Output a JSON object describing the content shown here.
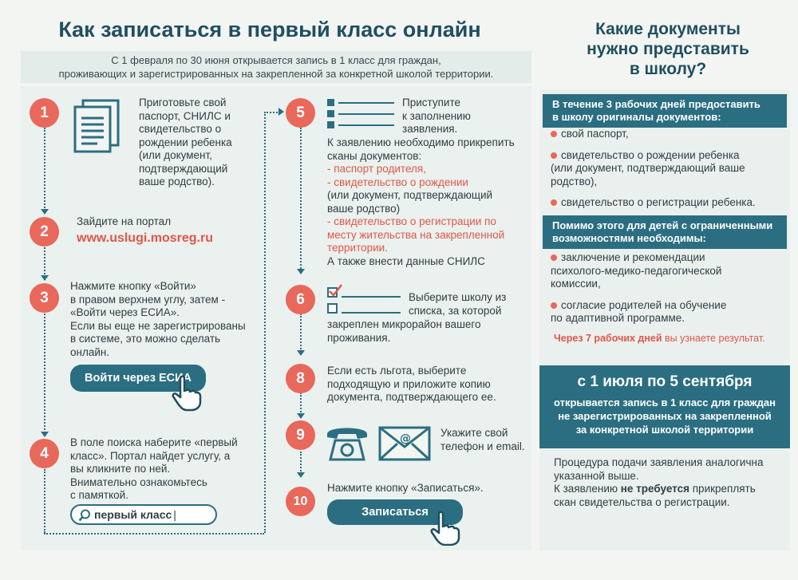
{
  "title": "Как записаться в первый класс онлайн",
  "intro": {
    "line1": "С 1 февраля по 30 июня открывается запись в 1 класс для граждан,",
    "line2": "проживающих и зарегистрированных на закрепленной за конкретной школой территории."
  },
  "steps": {
    "s1": {
      "num": "1",
      "lines": [
        "Приготовьте свой",
        "паспорт, СНИЛС и",
        "свидетельство о",
        "рождении ребенка",
        "(или документ,",
        "подтверждающий",
        "ваше родство)."
      ]
    },
    "s2": {
      "num": "2",
      "text": "Зайдите на портал",
      "portal": "www.uslugi.mosreg.ru"
    },
    "s3": {
      "num": "3",
      "lines": [
        "Нажмите кнопку «Войти»",
        "в правом верхнем углу, затем -",
        "«Войти через ЕСИА».",
        "Если вы еще не зарегистрированы",
        "в системе, это можно сделать",
        "онлайн."
      ],
      "button": "Войти через ЕСИА"
    },
    "s4": {
      "num": "4",
      "lines": [
        "В поле поиска наберите «первый",
        "класс». Портал найдет услугу, а",
        "вы кликните по ней.",
        "Внимательно ознакомьтесь",
        "с памяткой."
      ],
      "search_value": "первый класс"
    },
    "s5": {
      "num": "5",
      "lines": [
        "Приступите",
        "к заполнению",
        "заявления."
      ],
      "attach_intro": [
        "К заявлению необходимо прикрепить",
        "сканы документов:"
      ],
      "doc1": "- паспорт родителя,",
      "doc2": "- свидетельство о рождении",
      "doc2_note": [
        "(или документ, подтверждающий",
        "ваше родство)"
      ],
      "doc3": [
        "- свидетельство о регистрации по",
        "месту жительства на закрепленной",
        "территории."
      ],
      "snils": "А также внести данные СНИЛС"
    },
    "s6": {
      "num": "6",
      "lines": [
        "Выберите школу из",
        "списка, за которой"
      ],
      "lines2": [
        "закреплен микрорайон вашего",
        "проживания."
      ]
    },
    "s8": {
      "num": "8",
      "lines": [
        "Если есть льгота, выберите",
        "подходящую и приложите копию",
        "документа, подтверждающего ее."
      ]
    },
    "s9": {
      "num": "9",
      "lines": [
        "Укажите свой",
        "телефон и email."
      ]
    },
    "s10": {
      "num": "10",
      "text": "Нажмите кнопку «Записаться».",
      "button": "Записаться"
    }
  },
  "right": {
    "title": [
      "Какие документы",
      "нужно представить",
      "в школу?"
    ],
    "band1": [
      "В течение 3 рабочих дней предоставить",
      "в школу оригиналы документов:"
    ],
    "docs": {
      "d1": "свой паспорт,",
      "d2": "свидетельство о рождении ребенка",
      "d2_note": [
        "(или документ, подтверждающий ваше",
        "родство),"
      ],
      "d3": "свидетельство о регистрации ребенка."
    },
    "band2": [
      "Помимо этого для детей с ограниченными",
      "возможностями необходимы:"
    ],
    "extra": {
      "e1": [
        "заключение и рекомендации",
        "психолого-медико-педагогической",
        "комиссии,"
      ],
      "e2": [
        "согласие родителей на обучение",
        "по адаптивной программе."
      ]
    },
    "result_red": "Через 7 рабочих дней",
    "result_rest": " вы узнаете результат.",
    "date_title": "с 1 июля по 5 сентября",
    "date_lines": [
      "открывается запись в 1 класс для граждан",
      "не зарегистрированных на закрепленной",
      "за конкретной школой территории"
    ],
    "proc": [
      "Процедура подачи заявления аналогична",
      "указанной выше."
    ],
    "note_pre": "К заявлению ",
    "note_bold": "не требуется",
    "note_post": " прикреплять",
    "note_line2": "скан свидетельства о регистрации."
  },
  "colors": {
    "accent": "#2b6e82",
    "circle": "#e8685c",
    "red_text": "#e0574a",
    "title": "#1f4f60"
  }
}
